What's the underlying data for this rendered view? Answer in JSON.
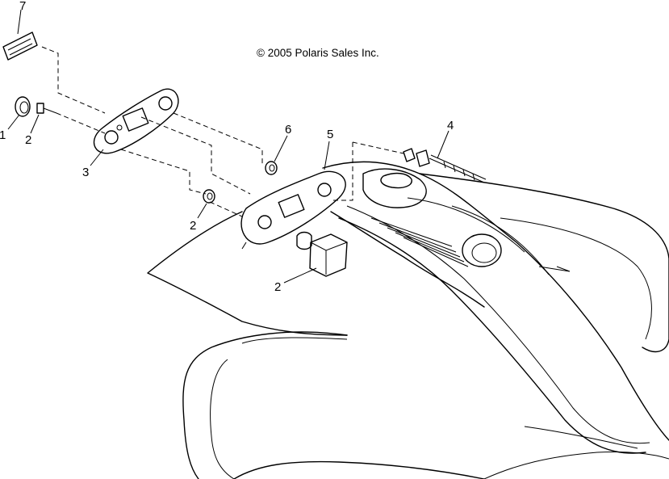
{
  "copyright": "© 2005 Polaris Sales Inc.",
  "callouts": {
    "c1": "1",
    "c2a": "2",
    "c2b": "2",
    "c2c": "2",
    "c3": "3",
    "c4": "4",
    "c5": "5",
    "c6": "6",
    "c7": "7"
  }
}
